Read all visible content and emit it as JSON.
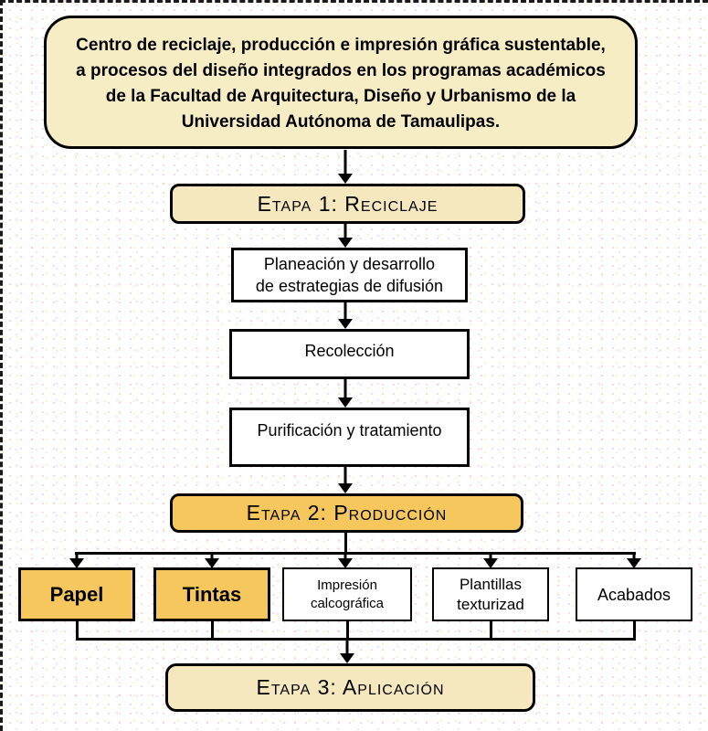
{
  "colors": {
    "cream_title": "#F7EDC4",
    "stage_light_yellow": "#F5E8BE",
    "stage_orange": "#F6C75C",
    "box_white": "#FFFFFF",
    "line_black": "#000000"
  },
  "title": {
    "text": "Centro de reciclaje, producción e impresión gráfica sustentable,\na procesos del diseño integrados en los programas académicos\nde la Facultad de Arquitectura, Diseño y Urbanismo de la\nUniversidad Autónoma de Tamaulipas."
  },
  "stages": {
    "etapa1": "Etapa 1: Reciclaje",
    "etapa2": "Etapa 2: Producción",
    "etapa3": "Etapa 3: Aplicación"
  },
  "process_steps": {
    "planeacion": "Planeación y desarrollo\nde estrategias de difusión",
    "recoleccion": "Recolección",
    "purificacion": "Purificación y tratamiento"
  },
  "branches": {
    "papel": "Papel",
    "tintas": "Tintas",
    "impresion": "Impresión\ncalcográfica",
    "plantillas": "Plantillas\ntexturizad",
    "acabados": "Acabados"
  }
}
